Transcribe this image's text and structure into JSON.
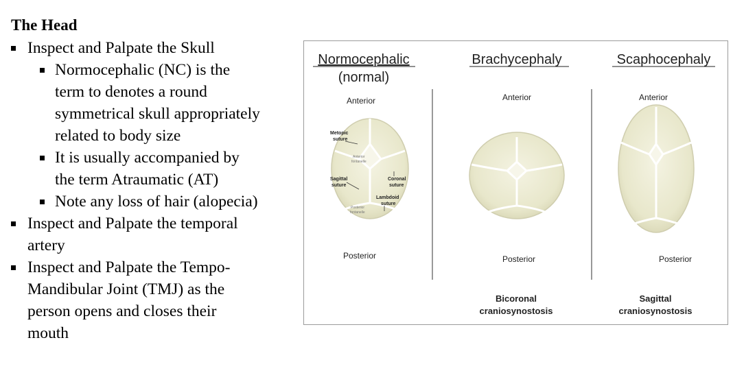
{
  "heading": "The Head",
  "bullets": [
    {
      "level": 1,
      "text": "Inspect and Palpate the Skull"
    },
    {
      "level": 2,
      "text": "Normocephalic (NC) is the term to denotes a round symmetrical skull appropriately related to body size"
    },
    {
      "level": 2,
      "text": "It is usually accompanied by the term Atraumatic (AT)"
    },
    {
      "level": 2,
      "text": "Note any loss of hair (alopecia)"
    },
    {
      "level": 1,
      "text": "Inspect and Palpate the temporal artery"
    },
    {
      "level": 1,
      "text": "Inspect and Palpate the Tempo-Mandibular Joint (TMJ) as the person opens and closes their mouth"
    }
  ],
  "lines": {
    "b0": "Inspect and Palpate the Skull",
    "b1a": "Normocephalic (NC) is the",
    "b1b": "term to denotes a round",
    "b1c": "symmetrical skull appropriately",
    "b1d": "related to body size",
    "b2a": "It is usually accompanied by",
    "b2b": "the term Atraumatic (AT)",
    "b3": "Note any loss of hair (alopecia)",
    "b4a": "Inspect and Palpate the temporal",
    "b4b": "artery",
    "b5a": "Inspect and Palpate the Tempo-",
    "b5b": "Mandibular Joint (TMJ) as the",
    "b5c": "person opens and closes their",
    "b5d": "mouth"
  },
  "figure": {
    "panels": [
      {
        "title_line1": "Normocephalic",
        "title_line2": "(normal)",
        "anterior": "Anterior",
        "posterior": "Posterior",
        "labels": {
          "metopic_1": "Metopic",
          "metopic_2": "suture",
          "ant_font_1": "Anterior",
          "ant_font_2": "fontanelle",
          "sagittal_1": "Sagittal",
          "sagittal_2": "suture",
          "coronal_1": "Coronal",
          "coronal_2": "suture",
          "lambdoid_1": "Lambdoid",
          "lambdoid_2": "suture",
          "post_font_1": "Posterior",
          "post_font_2": "fontanelle"
        }
      },
      {
        "title_line1": "Brachycephaly",
        "anterior": "Anterior",
        "posterior": "Posterior",
        "caption_line1": "Bicoronal",
        "caption_line2": "craniosynostosis"
      },
      {
        "title_line1": "Scaphocephaly",
        "anterior": "Anterior",
        "posterior": "Posterior",
        "caption_line1": "Sagittal",
        "caption_line2": "craniosynostosis"
      }
    ],
    "colors": {
      "skull_fill": "#ecebd2",
      "skull_edge": "#c9c7a8",
      "suture": "#ffffff",
      "divider": "#555555"
    }
  }
}
